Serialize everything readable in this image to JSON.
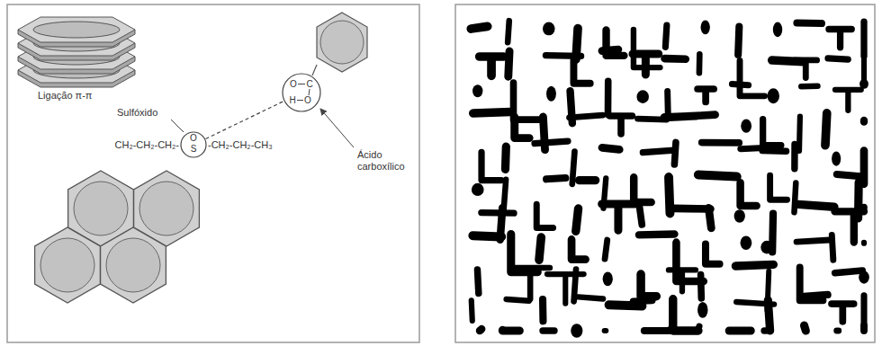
{
  "diagram": {
    "nodes": [
      {
        "text": [
          "O",
          "S"
        ]
      },
      {
        "text": [
          "O",
          "C",
          "H",
          "O"
        ]
      }
    ],
    "edges": [
      {
        "from": 0,
        "to": 1,
        "arrow": "none"
      }
    ],
    "labels": [
      "Ligação π-π",
      "Sulfóxido",
      "CH₂-CH₂-CH₂-",
      "-CH₂-CH₂-CH₃",
      "Ácido carboxílico"
    ]
  }
}
